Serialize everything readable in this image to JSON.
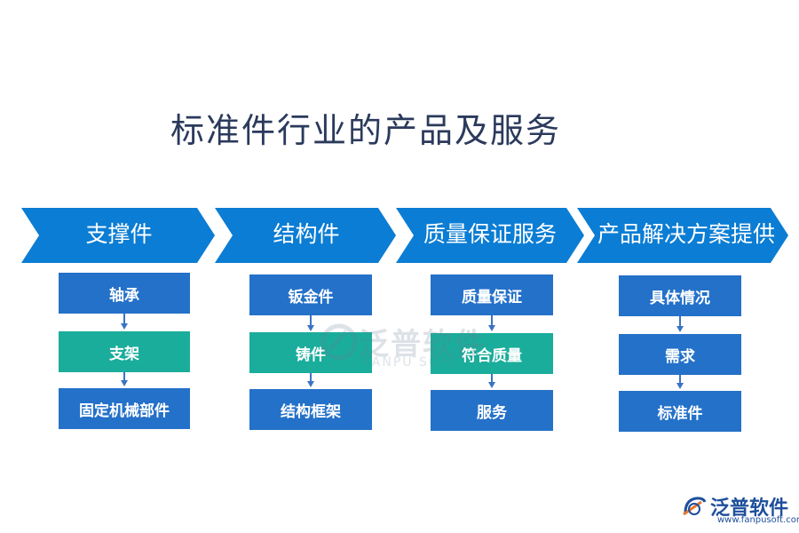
{
  "title": "标准件行业的产品及服务",
  "columns": [
    {
      "header": "支撑件",
      "items": [
        "轴承",
        "支架",
        "固定机械部件"
      ]
    },
    {
      "header": "结构件",
      "items": [
        "钣金件",
        "铸件",
        "结构框架"
      ]
    },
    {
      "header": "质量保证服务",
      "items": [
        "质量保证",
        "符合质量",
        "服务"
      ]
    },
    {
      "header": "产品解决方案提供",
      "items": [
        "具体情况",
        "需求",
        "标准件"
      ]
    }
  ],
  "colors": {
    "chevron": "#0b7dd4",
    "box_blue": "#2471c9",
    "box_teal": "#1aad9b",
    "connector": "#3a73c4"
  },
  "watermark": {
    "name": "泛普软件",
    "sub": "FANPU SOFT"
  },
  "logo": {
    "name": "泛普软件",
    "url": "www.fanpusoft.com",
    "icon": "fanpu-logo-icon"
  }
}
